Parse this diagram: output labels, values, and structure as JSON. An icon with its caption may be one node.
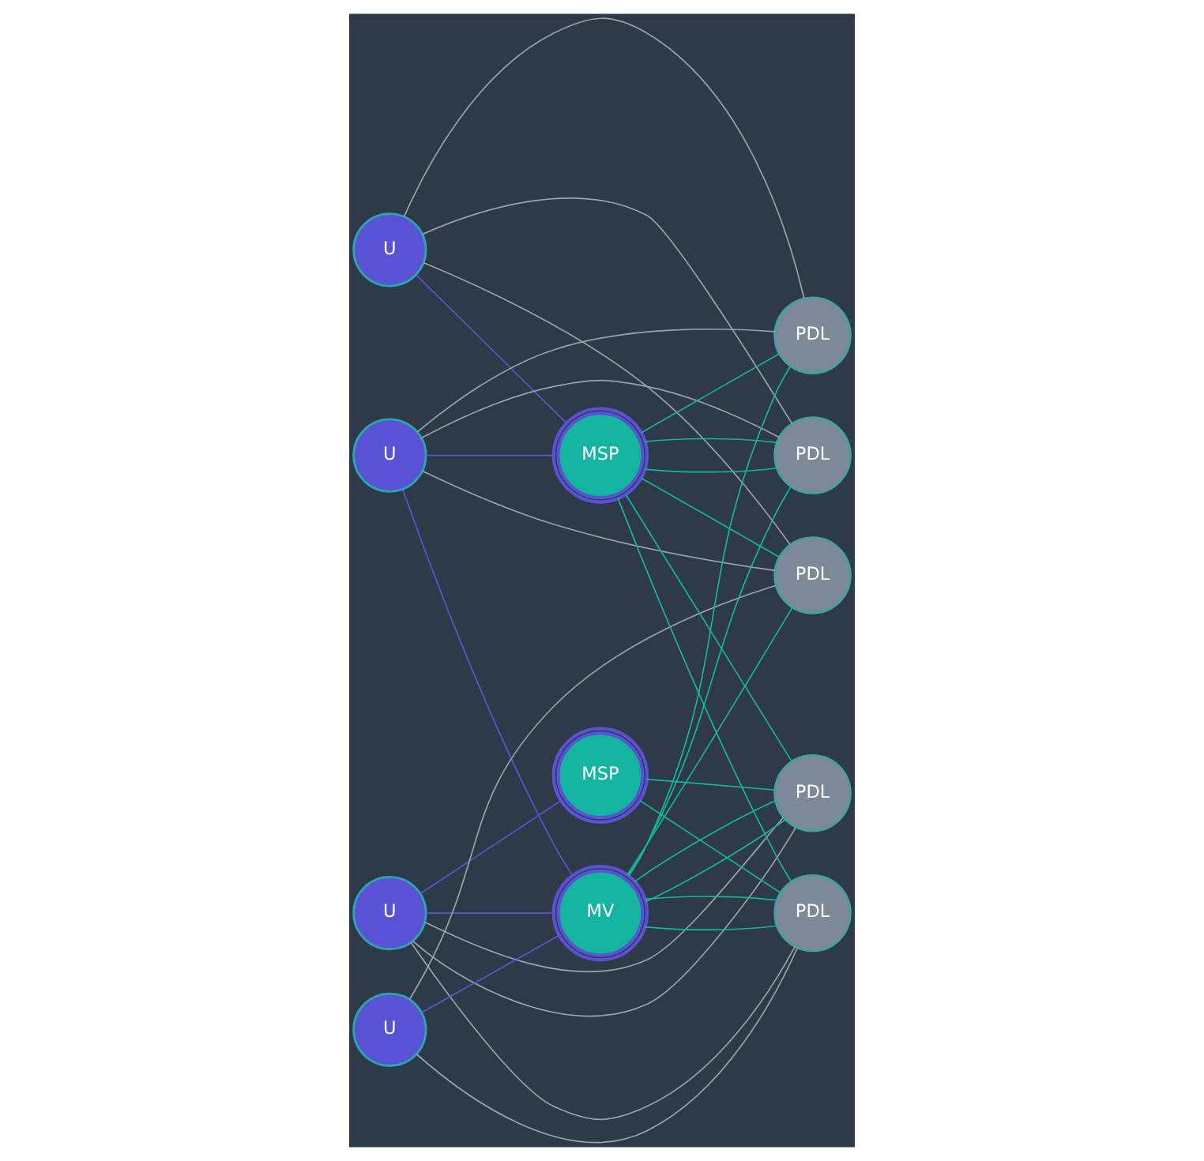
{
  "diagram": {
    "nodes": [
      {
        "text": [
          "U"
        ]
      },
      {
        "text": [
          "U"
        ]
      },
      {
        "text": [
          "U"
        ]
      },
      {
        "text": [
          "U"
        ]
      },
      {
        "text": [
          "MSP"
        ]
      },
      {
        "text": [
          "MSP"
        ]
      },
      {
        "text": [
          "MV"
        ]
      },
      {
        "text": [
          "PDL"
        ]
      },
      {
        "text": [
          "PDL"
        ]
      },
      {
        "text": [
          "PDL"
        ]
      },
      {
        "text": [
          "PDL"
        ]
      },
      {
        "text": [
          "PDL"
        ]
      }
    ],
    "edges": [
      {
        "from": 0,
        "to": 4,
        "arrow": "none",
        "color": "#5b55d6"
      },
      {
        "from": 1,
        "to": 4,
        "arrow": "none",
        "color": "#5b55d6"
      },
      {
        "from": 1,
        "to": 6,
        "arrow": "none",
        "color": "#5b55d6"
      },
      {
        "from": 2,
        "to": 5,
        "arrow": "none",
        "color": "#5b55d6"
      },
      {
        "from": 2,
        "to": 6,
        "arrow": "none",
        "color": "#5b55d6"
      },
      {
        "from": 3,
        "to": 6,
        "arrow": "none",
        "color": "#5b55d6"
      },
      {
        "from": 0,
        "to": 7,
        "arrow": "none",
        "color": "#9aa3ad"
      },
      {
        "from": 0,
        "to": 8,
        "arrow": "none",
        "color": "#9aa3ad"
      },
      {
        "from": 0,
        "to": 9,
        "arrow": "none",
        "color": "#9aa3ad"
      },
      {
        "from": 1,
        "to": 7,
        "arrow": "none",
        "color": "#9aa3ad"
      },
      {
        "from": 1,
        "to": 8,
        "arrow": "none",
        "color": "#9aa3ad"
      },
      {
        "from": 1,
        "to": 9,
        "arrow": "none",
        "color": "#9aa3ad"
      },
      {
        "from": 2,
        "to": 10,
        "arrow": "none",
        "color": "#9aa3ad"
      },
      {
        "from": 2,
        "to": 10,
        "arrow": "none",
        "color": "#9aa3ad"
      },
      {
        "from": 2,
        "to": 11,
        "arrow": "none",
        "color": "#9aa3ad"
      },
      {
        "from": 3,
        "to": 9,
        "arrow": "none",
        "color": "#9aa3ad"
      },
      {
        "from": 3,
        "to": 11,
        "arrow": "none",
        "color": "#9aa3ad"
      },
      {
        "from": 4,
        "to": 7,
        "arrow": "none"
      },
      {
        "from": 4,
        "to": 8,
        "arrow": "none"
      },
      {
        "from": 4,
        "to": 8,
        "arrow": "none"
      },
      {
        "from": 4,
        "to": 9,
        "arrow": "none"
      },
      {
        "from": 4,
        "to": 10,
        "arrow": "none"
      },
      {
        "from": 4,
        "to": 11,
        "arrow": "none"
      },
      {
        "from": 5,
        "to": 10,
        "arrow": "none"
      },
      {
        "from": 5,
        "to": 11,
        "arrow": "none"
      },
      {
        "from": 6,
        "to": 7,
        "arrow": "none"
      },
      {
        "from": 6,
        "to": 8,
        "arrow": "none"
      },
      {
        "from": 6,
        "to": 9,
        "arrow": "none"
      },
      {
        "from": 6,
        "to": 10,
        "arrow": "none"
      },
      {
        "from": 6,
        "to": 10,
        "arrow": "none"
      },
      {
        "from": 6,
        "to": 11,
        "arrow": "none"
      },
      {
        "from": 6,
        "to": 11,
        "arrow": "none"
      }
    ]
  }
}
